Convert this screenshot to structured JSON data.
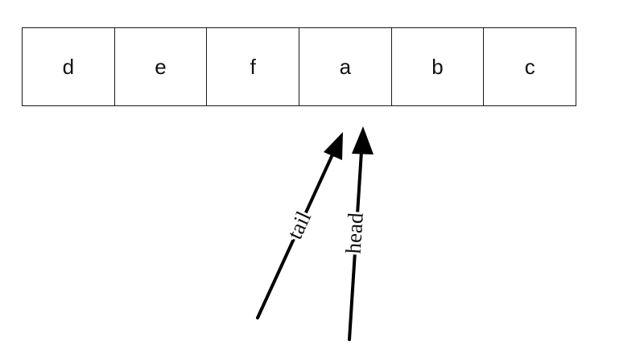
{
  "buffer": {
    "cells": [
      "d",
      "e",
      "f",
      "a",
      "b",
      "c"
    ]
  },
  "pointers": {
    "tail": "tail",
    "head": "head"
  }
}
